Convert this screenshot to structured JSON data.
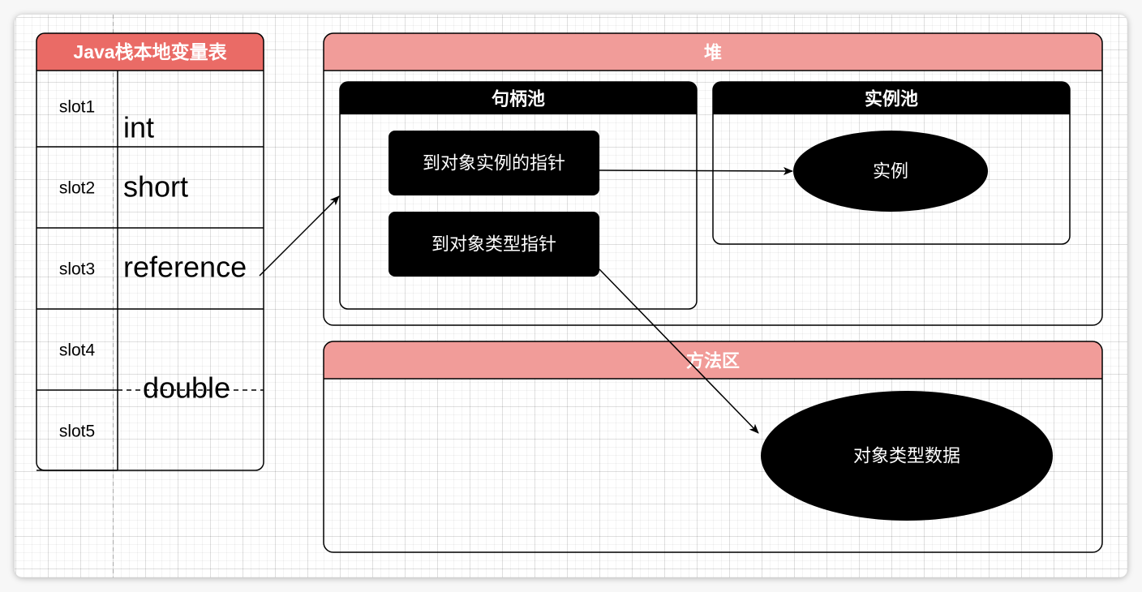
{
  "colors": {
    "table_header": "#EA6B66",
    "region_header": "#F19C99",
    "node_fill": "#000000",
    "node_text": "#FFFFFF",
    "line": "#000000"
  },
  "local_var_table": {
    "title": "Java栈本地变量表",
    "rows": [
      {
        "slot": "slot1",
        "value": "int"
      },
      {
        "slot": "slot2",
        "value": "short"
      },
      {
        "slot": "slot3",
        "value": "reference"
      },
      {
        "slot": "slot4"
      },
      {
        "slot": "slot5"
      }
    ],
    "merged_value_slot4_slot5": "double"
  },
  "heap": {
    "title": "堆",
    "handle_pool": {
      "title": "句柄池",
      "pointers": [
        "到对象实例的指针",
        "到对象类型指针"
      ]
    },
    "instance_pool": {
      "title": "实例池",
      "instance": "实例"
    }
  },
  "method_area": {
    "title": "方法区",
    "type_data": "对象类型数据"
  }
}
